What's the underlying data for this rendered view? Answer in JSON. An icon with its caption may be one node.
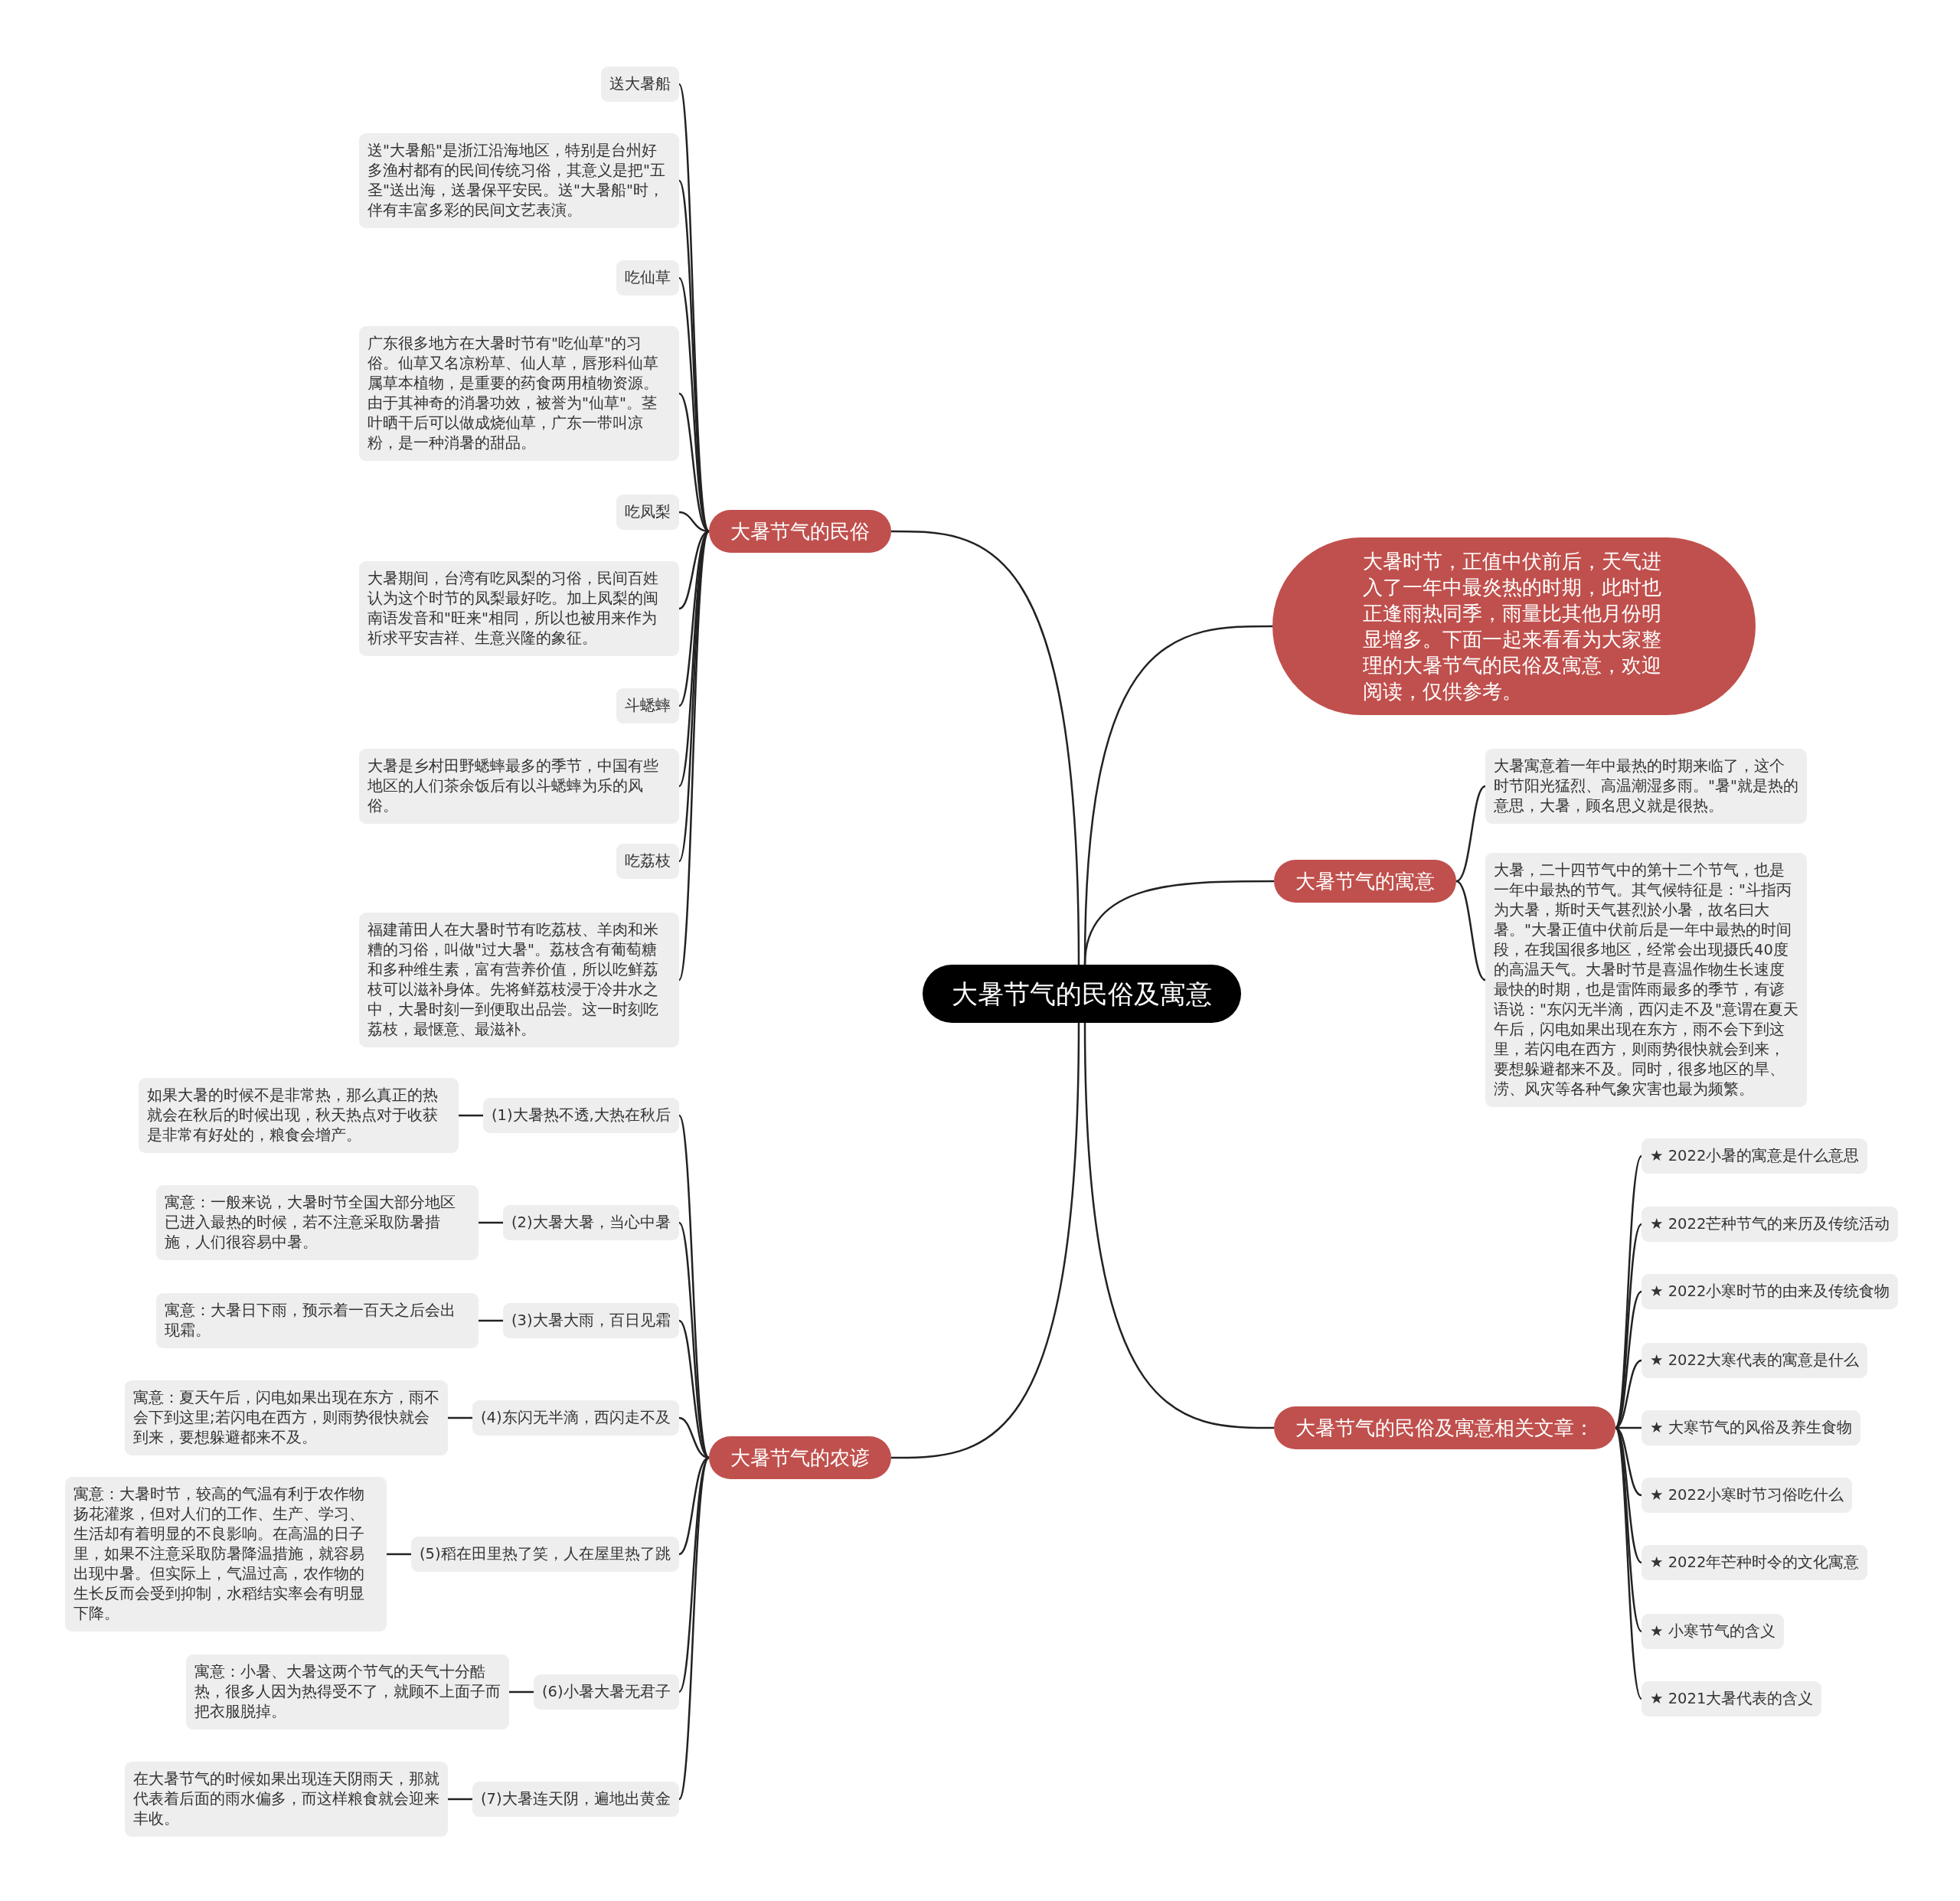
{
  "diagram": {
    "nodes": [
      {
        "text": [
          "大暑节气的民俗及寓意"
        ]
      },
      {
        "text": [
          "大暑节气的民俗"
        ]
      },
      {
        "text": [
          "送大暑船"
        ]
      },
      {
        "text": [
          "送\"大暑船\"是浙江沿海地区，特别是台州好多渔村都有的民间传统习俗，其意义是把\"五圣\"送出海，送暑保平安民。送\"大暑船\"时，伴有丰富多彩的民间文艺表演。"
        ]
      },
      {
        "text": [
          "吃仙草"
        ]
      },
      {
        "text": [
          "广东很多地方在大暑时节有\"吃仙草\"的习俗。仙草又名凉粉草、仙人草，唇形科仙草属草本植物，是重要的药食两用植物资源。由于其神奇的消暑功效，被誉为\"仙草\"。茎叶晒干后可以做成烧仙草，广东一带叫凉粉，是一种消暑的甜品。"
        ]
      },
      {
        "text": [
          "吃凤梨"
        ]
      },
      {
        "text": [
          "大暑期间，台湾有吃凤梨的习俗，民间百姓认为这个时节的凤梨最好吃。加上凤梨的闽南语发音和\"旺来\"相同，所以也被用来作为祈求平安吉祥、生意兴隆的象征。"
        ]
      },
      {
        "text": [
          "斗蟋蟀"
        ]
      },
      {
        "text": [
          "大暑是乡村田野蟋蟀最多的季节，中国有些地区的人们茶余饭后有以斗蟋蟀为乐的风俗。"
        ]
      },
      {
        "text": [
          "吃荔枝"
        ]
      },
      {
        "text": [
          "福建莆田人在大暑时节有吃荔枝、羊肉和米糟的习俗，叫做\"过大暑\"。荔枝含有葡萄糖和多种维生素，富有营养价值，所以吃鲜荔枝可以滋补身体。先将鲜荔枝浸于冷井水之中，大暑时刻一到便取出品尝。这一时刻吃荔枝，最惬意、最滋补。"
        ]
      },
      {
        "text": [
          "大暑时节，正值中伏前后，天气进入了一年中最炎热的时期，此时也正逢雨热同季，雨量比其他月份明显增多。下面一起来看看为大家整理的大暑节气的民俗及寓意，欢迎阅读，仅供参考。"
        ]
      },
      {
        "text": [
          "大暑节气的寓意"
        ]
      },
      {
        "text": [
          "大暑寓意着一年中最热的时期来临了，这个时节阳光猛烈、高温潮湿多雨。\"暑\"就是热的意思，大暑，顾名思义就是很热。"
        ]
      },
      {
        "text": [
          "大暑，二十四节气中的第十二个节气，也是一年中最热的节气。其气候特征是：\"斗指丙为大暑，斯时天气甚烈於小暑，故名曰大暑。\"大暑正值中伏前后是一年中最热的时间段，在我国很多地区，经常会出现摄氏40度的高温天气。大暑时节是喜温作物生长速度最快的时期，也是雷阵雨最多的季节，有谚语说：\"东闪无半滴，西闪走不及\"意谓在夏天午后，闪电如果出现在东方，雨不会下到这里，若闪电在西方，则雨势很快就会到来，要想躲避都来不及。同时，很多地区的旱、涝、风灾等各种气象灾害也最为频繁。"
        ]
      },
      {
        "text": [
          "大暑节气的民俗及寓意相关文章："
        ]
      },
      {
        "text": [
          "★ 2022小暑的寓意是什么意思"
        ]
      },
      {
        "text": [
          "★ 2022芒种节气的来历及传统活动"
        ]
      },
      {
        "text": [
          "★ 2022小寒时节的由来及传统食物"
        ]
      },
      {
        "text": [
          "★ 2022大寒代表的寓意是什么"
        ]
      },
      {
        "text": [
          "★ 大寒节气的风俗及养生食物"
        ]
      },
      {
        "text": [
          "★ 2022小寒时节习俗吃什么"
        ]
      },
      {
        "text": [
          "★ 2022年芒种时令的文化寓意"
        ]
      },
      {
        "text": [
          "★ 小寒节气的含义"
        ]
      },
      {
        "text": [
          "★ 2021大暑代表的含义"
        ]
      },
      {
        "text": [
          "大暑节气的农谚"
        ]
      },
      {
        "text": [
          "(1)大暑热不透,大热在秋后"
        ]
      },
      {
        "text": [
          "如果大暑的时候不是非常热，那么真正的热就会在秋后的时候出现，秋天热点对于收获是非常有好处的，粮食会增产。"
        ]
      },
      {
        "text": [
          "(2)大暑大暑，当心中暑"
        ]
      },
      {
        "text": [
          "寓意：一般来说，大暑时节全国大部分地区已进入最热的时候，若不注意采取防暑措施，人们很容易中暑。"
        ]
      },
      {
        "text": [
          "(3)大暑大雨，百日见霜"
        ]
      },
      {
        "text": [
          "寓意：大暑日下雨，预示着一百天之后会出现霜。"
        ]
      },
      {
        "text": [
          "(4)东闪无半滴，西闪走不及"
        ]
      },
      {
        "text": [
          "寓意：夏天午后，闪电如果出现在东方，雨不会下到这里;若闪电在西方，则雨势很快就会到来，要想躲避都来不及。"
        ]
      },
      {
        "text": [
          "(5)稻在田里热了笑，人在屋里热了跳"
        ]
      },
      {
        "text": [
          "寓意：大暑时节，较高的气温有利于农作物扬花灌浆，但对人们的工作、生产、学习、生活却有着明显的不良影响。在高温的日子里，如果不注意采取防暑降温措施，就容易出现中暑。但实际上，气温过高，农作物的生长反而会受到抑制，水稻结实率会有明显下降。"
        ]
      },
      {
        "text": [
          "(6)小暑大暑无君子"
        ]
      },
      {
        "text": [
          "寓意：小暑、大暑这两个节气的天气十分酷热，很多人因为热得受不了，就顾不上面子而把衣服脱掉。"
        ]
      },
      {
        "text": [
          "(7)大暑连天阴，遍地出黄金"
        ]
      },
      {
        "text": [
          "在大暑节气的时候如果出现连天阴雨天，那就代表着后面的雨水偏多，而这样粮食就会迎来丰收。"
        ]
      }
    ],
    "edges": [
      {
        "from": 0,
        "to": 1,
        "arrow": "none"
      },
      {
        "from": 0,
        "to": 12,
        "arrow": "none"
      },
      {
        "from": 0,
        "to": 13,
        "arrow": "none"
      },
      {
        "from": 0,
        "to": 16,
        "arrow": "none"
      },
      {
        "from": 0,
        "to": 26,
        "arrow": "none"
      },
      {
        "from": 1,
        "to": 2,
        "arrow": "none"
      },
      {
        "from": 1,
        "to": 3,
        "arrow": "none"
      },
      {
        "from": 1,
        "to": 4,
        "arrow": "none"
      },
      {
        "from": 1,
        "to": 5,
        "arrow": "none"
      },
      {
        "from": 1,
        "to": 6,
        "arrow": "none"
      },
      {
        "from": 1,
        "to": 7,
        "arrow": "none"
      },
      {
        "from": 1,
        "to": 8,
        "arrow": "none"
      },
      {
        "from": 1,
        "to": 9,
        "arrow": "none"
      },
      {
        "from": 1,
        "to": 10,
        "arrow": "none"
      },
      {
        "from": 1,
        "to": 11,
        "arrow": "none"
      },
      {
        "from": 13,
        "to": 14,
        "arrow": "none"
      },
      {
        "from": 13,
        "to": 15,
        "arrow": "none"
      },
      {
        "from": 16,
        "to": 17,
        "arrow": "none"
      },
      {
        "from": 16,
        "to": 18,
        "arrow": "none"
      },
      {
        "from": 16,
        "to": 19,
        "arrow": "none"
      },
      {
        "from": 16,
        "to": 20,
        "arrow": "none"
      },
      {
        "from": 16,
        "to": 21,
        "arrow": "none"
      },
      {
        "from": 16,
        "to": 22,
        "arrow": "none"
      },
      {
        "from": 16,
        "to": 23,
        "arrow": "none"
      },
      {
        "from": 16,
        "to": 24,
        "arrow": "none"
      },
      {
        "from": 16,
        "to": 25,
        "arrow": "none"
      },
      {
        "from": 26,
        "to": 27,
        "arrow": "none"
      },
      {
        "from": 26,
        "to": 29,
        "arrow": "none"
      },
      {
        "from": 26,
        "to": 31,
        "arrow": "none"
      },
      {
        "from": 26,
        "to": 33,
        "arrow": "none"
      },
      {
        "from": 26,
        "to": 35,
        "arrow": "none"
      },
      {
        "from": 26,
        "to": 37,
        "arrow": "none"
      },
      {
        "from": 26,
        "to": 39,
        "arrow": "none"
      },
      {
        "from": 27,
        "to": 28,
        "arrow": "none"
      },
      {
        "from": 29,
        "to": 30,
        "arrow": "none"
      },
      {
        "from": 31,
        "to": 32,
        "arrow": "none"
      },
      {
        "from": 33,
        "to": 34,
        "arrow": "none"
      },
      {
        "from": 35,
        "to": 36,
        "arrow": "none"
      },
      {
        "from": 37,
        "to": 38,
        "arrow": "none"
      },
      {
        "from": 39,
        "to": 40,
        "arrow": "none"
      }
    ]
  }
}
